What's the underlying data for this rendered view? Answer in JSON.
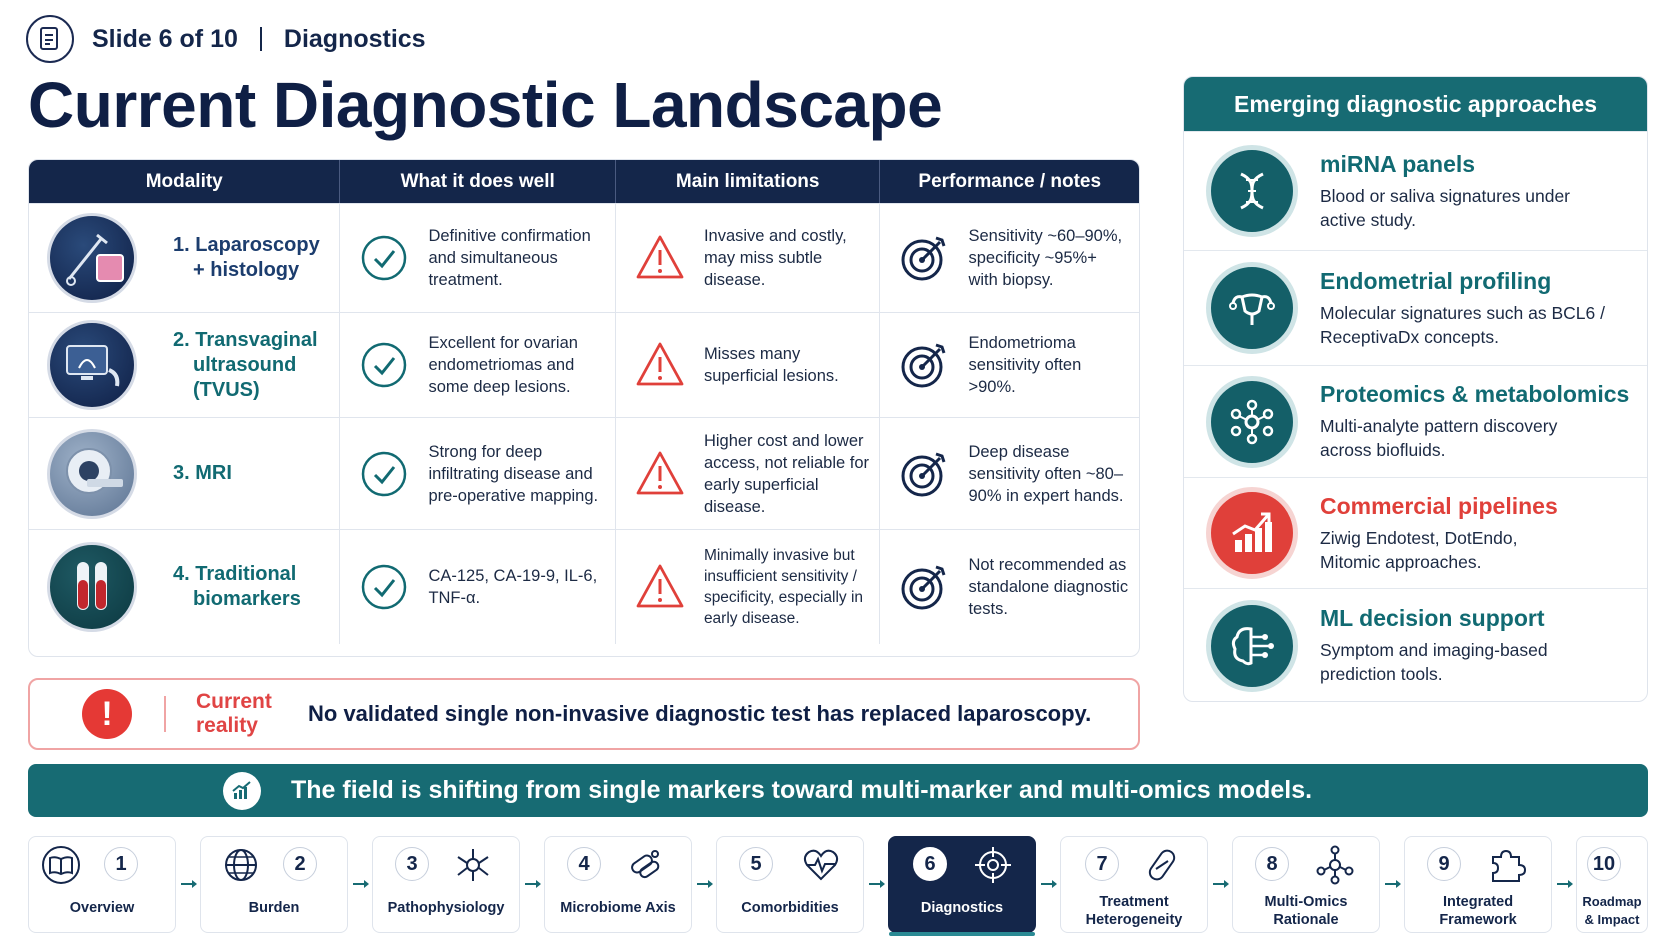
{
  "header": {
    "slide_label": "Slide 6 of 10",
    "section": "Diagnostics"
  },
  "title": "Current Diagnostic Landscape",
  "table": {
    "headers": [
      "Modality",
      "What it does well",
      "Main limitations",
      "Performance / notes"
    ],
    "rows": [
      {
        "modality": [
          "1. Laparoscopy",
          "+ histology"
        ],
        "does_well": "Definitive confirmation and simultaneous treatment.",
        "limitations": "Invasive and costly, may miss subtle disease.",
        "performance": "Sensitivity ~60–90%, specificity ~95%+ with biopsy."
      },
      {
        "modality": [
          "2. Transvaginal",
          "ultrasound",
          "(TVUS)"
        ],
        "does_well": "Excellent for ovarian endometriomas and some deep lesions.",
        "limitations": "Misses many superficial lesions.",
        "performance": "Endometrioma sensitivity often >90%."
      },
      {
        "modality": [
          "3. MRI"
        ],
        "does_well": "Strong for deep infiltrating disease and pre-operative mapping.",
        "limitations": "Higher cost and lower access, not reliable for early superficial disease.",
        "performance": "Deep disease sensitivity often ~80–90% in expert hands."
      },
      {
        "modality": [
          "4. Traditional",
          "biomarkers"
        ],
        "does_well": "CA-125, CA-19-9, IL-6, TNF-α.",
        "limitations": "Minimally invasive but insufficient sensitivity / specificity, especially in early disease.",
        "performance": "Not recommended as standalone diagnostic tests."
      }
    ]
  },
  "callout": {
    "icon": "!",
    "label": "Current reality",
    "text": "No validated single non-invasive diagnostic test has replaced laparoscopy."
  },
  "emerging": {
    "title": "Emerging diagnostic approaches",
    "items": [
      {
        "title": "miRNA panels",
        "desc": "Blood or saliva signatures under active study.",
        "icon": "dna-icon"
      },
      {
        "title": "Endometrial profiling",
        "desc": "Molecular signatures such as BCL6 / ReceptivaDx concepts.",
        "icon": "uterus-icon"
      },
      {
        "title": "Proteomics & metabolomics",
        "desc": "Multi-analyte pattern discovery across biofluids.",
        "icon": "network-icon"
      },
      {
        "title": "Commercial pipelines",
        "desc": "Ziwig Endotest, DotEndo, Mitomic approaches.",
        "icon": "growth-chart-icon"
      },
      {
        "title": "ML decision support",
        "desc": "Symptom and imaging-based prediction tools.",
        "icon": "brain-circuit-icon"
      }
    ]
  },
  "banner": "The field is shifting from single markers toward multi-marker and multi-omics models.",
  "nav": [
    {
      "num": "1",
      "label": "Overview",
      "icon": "book-icon"
    },
    {
      "num": "2",
      "label": "Burden",
      "icon": "globe-icon"
    },
    {
      "num": "3",
      "label": "Pathophysiology",
      "icon": "neuron-icon"
    },
    {
      "num": "4",
      "label": "Microbiome Axis",
      "icon": "bacteria-icon"
    },
    {
      "num": "5",
      "label": "Comorbidities",
      "icon": "heart-pulse-icon"
    },
    {
      "num": "6",
      "label": "Diagnostics",
      "icon": "target-icon",
      "active": true
    },
    {
      "num": "7",
      "label": "Treatment Heterogeneity",
      "icon": "pill-icon"
    },
    {
      "num": "8",
      "label": "Multi-Omics Rationale",
      "icon": "network-icon"
    },
    {
      "num": "9",
      "label": "Integrated Framework",
      "icon": "puzzle-icon"
    },
    {
      "num": "10",
      "label": "Roadmap & Impact",
      "icon": "bar-chart-icon"
    }
  ],
  "colors": {
    "navy": "#14264a",
    "teal": "#176b73",
    "red": "#e0403a",
    "check": "#116a72"
  }
}
